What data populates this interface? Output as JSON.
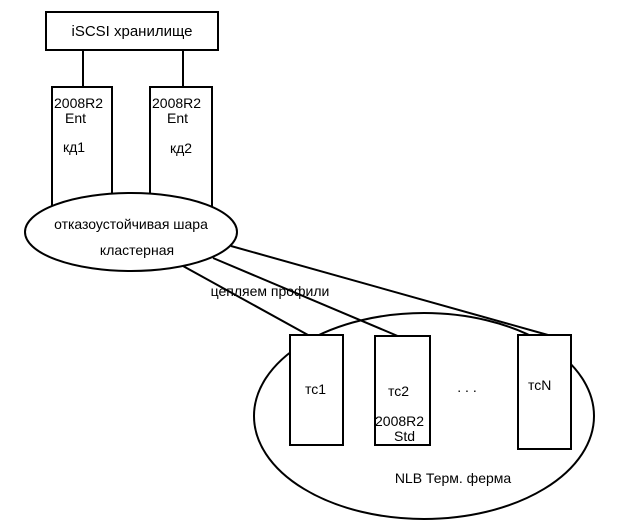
{
  "storage": {
    "label": "iSCSI хранилище"
  },
  "controllers": [
    {
      "os_line1": "2008R2",
      "os_line2": "Ent",
      "name": "кд1"
    },
    {
      "os_line1": "2008R2",
      "os_line2": "Ent",
      "name": "кд2"
    }
  ],
  "cluster": {
    "line1": "отказоустойчивая шара",
    "line2": "кластерная"
  },
  "link_label": "цепляем профили",
  "farm": {
    "label": "NLB Терм. ферма",
    "servers": [
      {
        "name": "тс1"
      },
      {
        "name": "тс2",
        "os_line1": "2008R2",
        "os_line2": "Std"
      },
      {
        "name": "тсN"
      }
    ],
    "ellipsis": ". . ."
  },
  "colors": {
    "stroke": "#000000",
    "background": "#ffffff"
  }
}
